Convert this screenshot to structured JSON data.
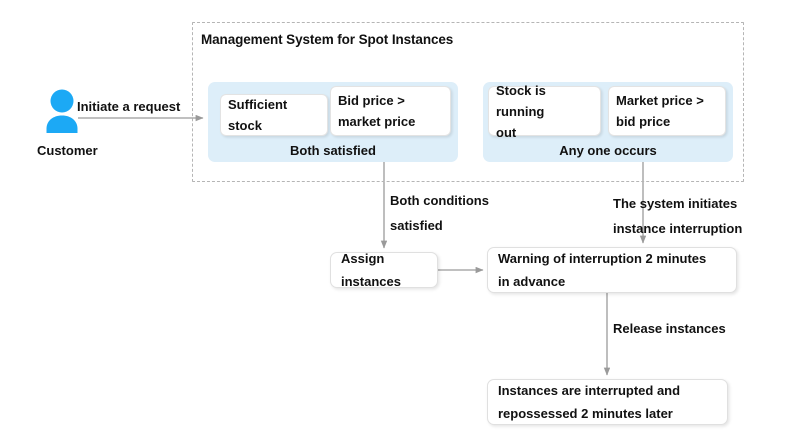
{
  "diagram": {
    "title": "Management System for Spot Instances",
    "actor": {
      "icon": "person-icon",
      "label": "Customer"
    },
    "edges": {
      "initiate": "Initiate a request",
      "both_conditions": "Both conditions",
      "both_conditions_2": "satisfied",
      "system_initiates": "The system initiates",
      "system_initiates_2": "instance interruption",
      "release": "Release instances"
    },
    "panels": [
      {
        "id": "both-satisfied",
        "caption": "Both satisfied",
        "conditions": [
          {
            "id": "sufficient-stock",
            "line1": "Sufficient stock",
            "line2": ""
          },
          {
            "id": "bid-price",
            "line1": "Bid price >",
            "line2": "market price"
          }
        ]
      },
      {
        "id": "any-one-occurs",
        "caption": "Any one occurs",
        "conditions": [
          {
            "id": "stock-running-out",
            "line1": "Stock is running",
            "line2": "out"
          },
          {
            "id": "market-price",
            "line1": "Market price >",
            "line2": "bid price"
          }
        ]
      }
    ],
    "steps": {
      "assign": "Assign instances",
      "warning_line1": "Warning of interruption 2 minutes",
      "warning_line2": "in advance",
      "interrupt_line1": "Instances are interrupted and",
      "interrupt_line2": "repossessed 2 minutes later"
    },
    "colors": {
      "panel_fill": "#ddeef9",
      "actor_blue": "#1ca9f5",
      "arrow_gray": "#8c8c8c",
      "dashed_border": "#b5b5b5",
      "text": "#111111",
      "background": "#ffffff"
    }
  }
}
